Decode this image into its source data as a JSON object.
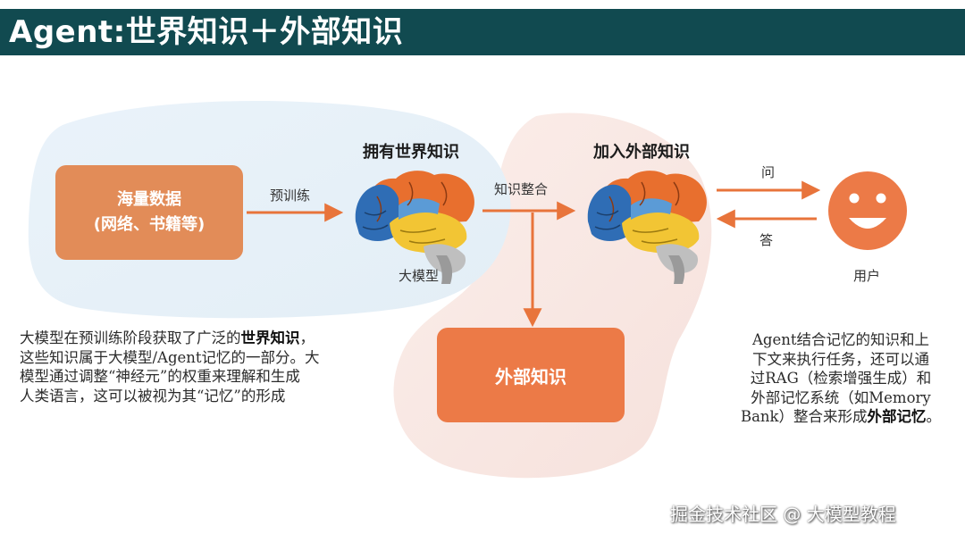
{
  "title": "Agent:世界知识＋外部知识",
  "nodes": {
    "data_box": {
      "line1": "海量数据",
      "line2": "(网络、书籍等)"
    },
    "brain_world": {
      "heading": "拥有世界知识",
      "caption": "大模型"
    },
    "brain_external": {
      "heading": "加入外部知识"
    },
    "external_box": {
      "label": "外部知识"
    },
    "user": {
      "caption": "用户"
    }
  },
  "edges": {
    "pretrain": "预训练",
    "integrate": "知识整合",
    "ask": "问",
    "answer": "答"
  },
  "left_text": {
    "lines": [
      "大模型在预训练阶段获取了广泛的",
      "这些知识属于大模型/Agent记忆的一部分。大",
      "模型通过调整“神经元”的权重来理解和生成",
      "人类语言，这可以被视为其“记忆”的形成"
    ],
    "emph": "世界知识",
    "emph_tail": "，"
  },
  "right_text": {
    "lines": [
      "Agent结合记忆的知识和上",
      "下文来执行任务，还可以通",
      "过RAG（检索增强生成）和",
      "外部记忆系统（如Memory",
      "Bank）整合来形成"
    ],
    "emph": "外部记忆",
    "emph_tail": "。"
  },
  "watermark": "掘金技术社区 @ 大模型教程",
  "colors": {
    "title_bar": "#114a50",
    "orange": "#ec7a47",
    "arrow": "#e8743b",
    "blue_blob": "#e7f1f8",
    "pink_blob": "#f8e8e4"
  },
  "icons": [
    "brain-icon",
    "smiley-face-icon"
  ]
}
